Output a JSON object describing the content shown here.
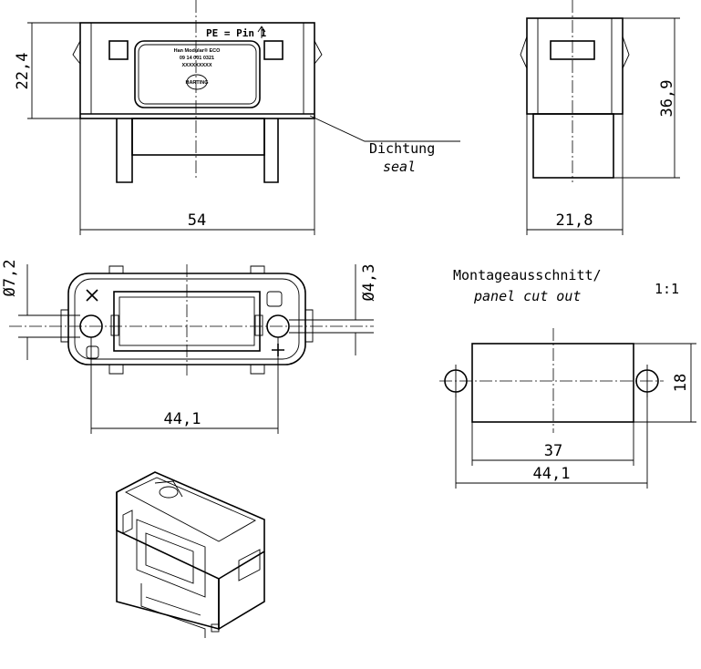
{
  "front_view": {
    "pe_label": "PE = Pin 1",
    "label_line1": "Han Modular® ECO",
    "label_line2": "09 14 001 0321",
    "label_line3": "XXXXXXXXX",
    "logo_text": "HARTING",
    "dim_height": "22,4",
    "dim_width": "54"
  },
  "seal_callout": {
    "de": "Dichtung",
    "en": "seal"
  },
  "side_view": {
    "dim_height": "36,9",
    "dim_width": "21,8"
  },
  "top_view": {
    "dim_left_diameter": "Ø7,2",
    "dim_right_diameter": "Ø4,3",
    "dim_hole_spacing": "44,1"
  },
  "panel_cutout": {
    "title_de": "Montageausschnitt/",
    "title_en": "panel cut out",
    "scale": "1:1",
    "dim_height": "18",
    "dim_width": "37",
    "dim_hole_spacing": "44,1"
  }
}
